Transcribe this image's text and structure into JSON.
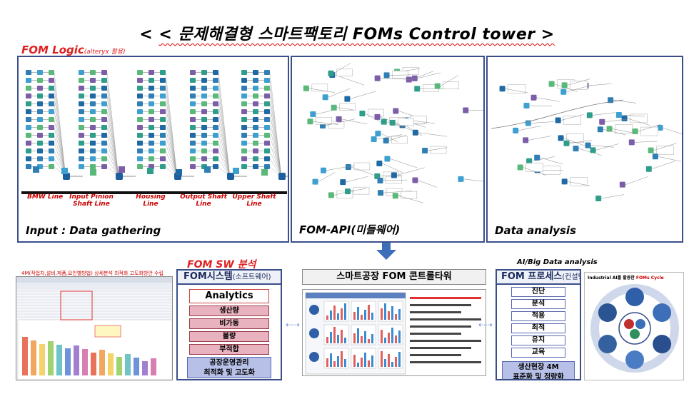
{
  "title": "< 문제해결형 스마트팩토리 FOMs Control tower >",
  "fom_logic": {
    "label": "FOM Logic",
    "sub": "(alteryx 활용)"
  },
  "panels": {
    "input": "Input : Data gathering",
    "api": "FOM-API(미들웨어)",
    "analysis": "Data analysis"
  },
  "lines": [
    "BMW Line",
    "Input Pinion Shaft Line",
    "Housing Line",
    "Output Shaft Line",
    "Upper Shaft Line"
  ],
  "ai_big_data": "AI/Big Data analysis",
  "fom_sw": "FOM SW 분석",
  "caption_4m": "4M(작업자,설비,제품,요인별방법) 상세분석 최적화 고도화방안 수립",
  "system": {
    "header": "FOM시스템",
    "header_sub": "(소프트웨어)",
    "analytics": "Analytics",
    "items": [
      "생산량",
      "비가동",
      "불량",
      "부적합"
    ],
    "final_line1": "공장운영관리",
    "final_line2": "최적화 및 고도화"
  },
  "control_tower": {
    "header": "스마트공장 FOM 콘트롤타워"
  },
  "process": {
    "header": "FOM 프로세스",
    "header_sub": "(컨설팅)",
    "items": [
      "진단",
      "분석",
      "적용",
      "최적",
      "유지",
      "교육"
    ],
    "final_line1": "생산현장 4M",
    "final_line2": "표준화 및 정량화"
  },
  "cycle": {
    "title_prefix": "Industrial AI를 활용한",
    "title_red": "FOMs Cycle"
  },
  "colors": {
    "panel_border": "#3a4f8a",
    "red_title": "#e02020",
    "arrow": "#3d6fb8",
    "pink_item": "#e9b2bf",
    "blue_item": "#b7c1e8"
  }
}
